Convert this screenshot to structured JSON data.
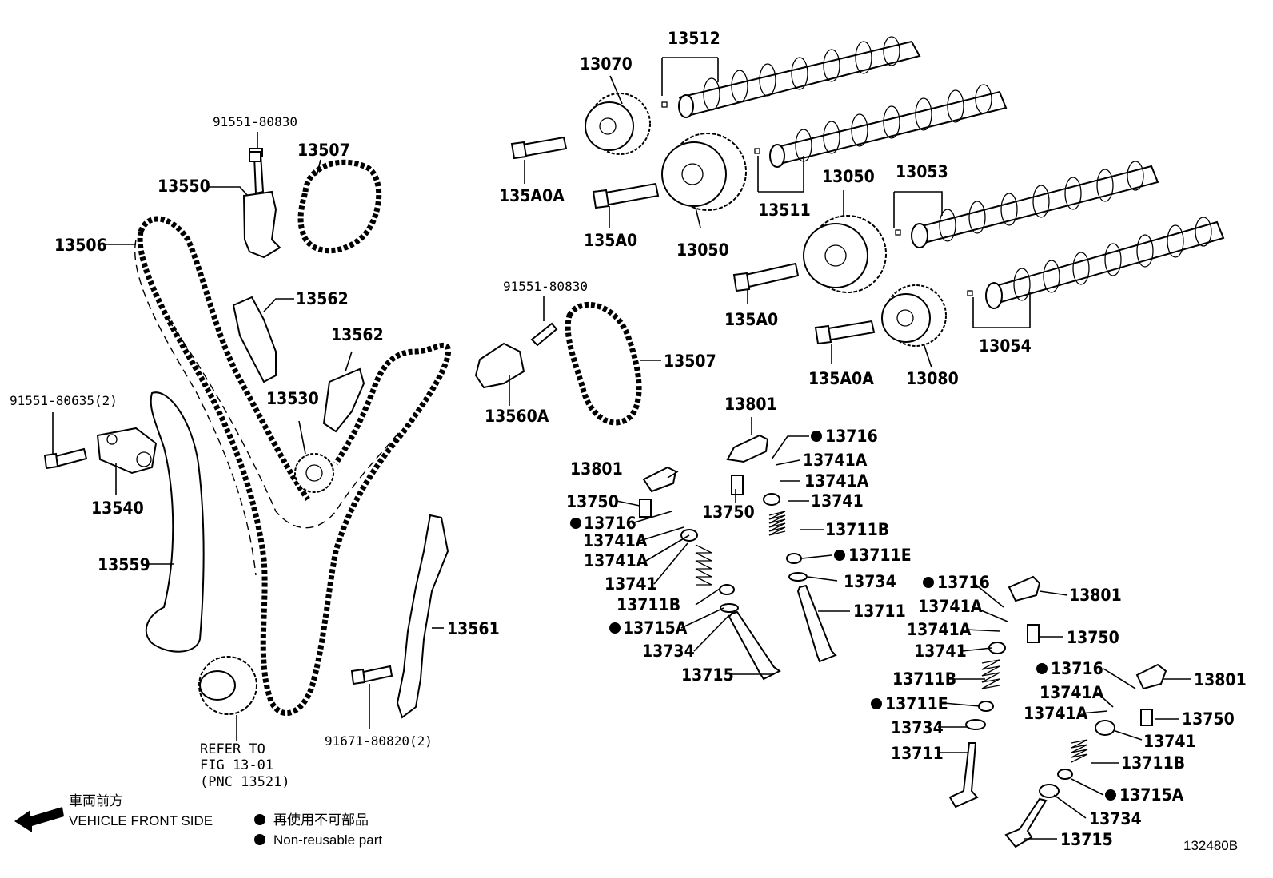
{
  "labels": {
    "l13512": "13512",
    "l13070": "13070",
    "l91551_80830_a": "91551-80830",
    "l13507_a": "13507",
    "l13550": "13550",
    "l135A0A_a": "135A0A",
    "l135A0_a": "135A0",
    "l13050_a": "13050",
    "l13511": "13511",
    "l13050_b": "13050",
    "l13053": "13053",
    "l13506": "13506",
    "l13562_a": "13562",
    "l13562_b": "13562",
    "l91551_80830_b": "91551-80830",
    "l135A0_b": "135A0",
    "l13054": "13054",
    "l13507_b": "13507",
    "l135A0A_b": "135A0A",
    "l13080": "13080",
    "l91551_80635": "91551-80635(2)",
    "l13530": "13530",
    "l13560A": "13560A",
    "l13801_a": "13801",
    "l13716_a": "13716",
    "l13741A_a": "13741A",
    "l13741A_b": "13741A",
    "l13741_a": "13741",
    "l13540": "13540",
    "l13801_b": "13801",
    "l13750_a": "13750",
    "l13750_b": "13750",
    "l13716_b": "13716",
    "l13741A_c": "13741A",
    "l13741A_d": "13741A",
    "l13741_b": "13741",
    "l13711B_a": "13711B",
    "l13711E_a": "13711E",
    "l13734_a": "13734",
    "l13559": "13559",
    "l13711B_b": "13711B",
    "l13715A_a": "13715A",
    "l13734_b": "13734",
    "l13716_c": "13716",
    "l13801_c": "13801",
    "l13741A_e": "13741A",
    "l13711_a": "13711",
    "l13741A_f": "13741A",
    "l13750_c": "13750",
    "l13561": "13561",
    "l13741_c": "13741",
    "l13715_a": "13715",
    "l13716_d": "13716",
    "l13801_d": "13801",
    "l13711B_c": "13711B",
    "l13741A_g": "13741A",
    "l13711E_b": "13711E",
    "l13741A_h": "13741A",
    "l13750_d": "13750",
    "l13734_c": "13734",
    "l13741_d": "13741",
    "l13711_b": "13711",
    "l13711B_d": "13711B",
    "l13715A_b": "13715A",
    "l13734_d": "13734",
    "l13715_b": "13715",
    "l91671_80820": "91671-80820(2)"
  },
  "reference": {
    "line1": "REFER TO",
    "line2": "FIG 13-01",
    "line3": "(PNC 13521)"
  },
  "legend": {
    "direction_jp": "車両前方",
    "direction_en": "VEHICLE FRONT SIDE",
    "nonreusable_jp": "再使用不可部品",
    "nonreusable_en": "Non-reusable part"
  },
  "figure_id": "132480B"
}
